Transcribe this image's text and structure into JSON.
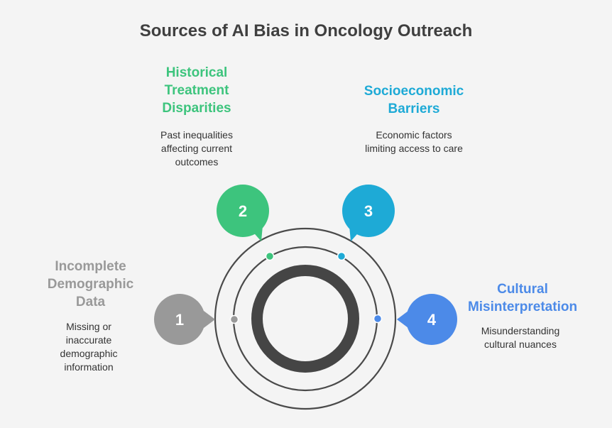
{
  "title": "Sources of AI Bias in Oncology Outreach",
  "items": [
    {
      "number": "1",
      "label": "Incomplete Demographic Data",
      "description": "Missing or inaccurate demographic information",
      "color": "#999999"
    },
    {
      "number": "2",
      "label": "Historical Treatment Disparities",
      "description": "Past inequalities affecting current outcomes",
      "color": "#3dc47d"
    },
    {
      "number": "3",
      "label": "Socioeconomic Barriers",
      "description": "Economic factors limiting access to care",
      "color": "#1eaad6"
    },
    {
      "number": "4",
      "label": "Cultural Misinterpretation",
      "description": "Misunderstanding cultural nuances",
      "color": "#4c8ae8"
    }
  ],
  "colors": {
    "background": "#f4f4f4",
    "title": "#3f3f3f",
    "ring": "#4a4a4a"
  }
}
